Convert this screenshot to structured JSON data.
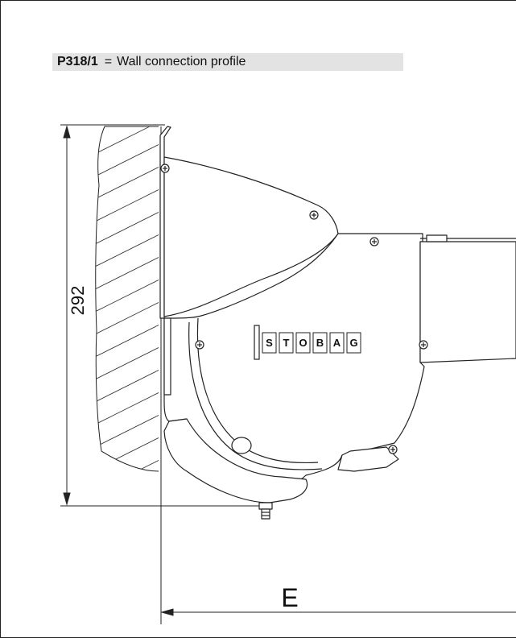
{
  "caption": {
    "code": "P318/1",
    "equals": "=",
    "description": "Wall connection profile"
  },
  "dimensions": {
    "height": "292",
    "projection": "E"
  },
  "logo": {
    "letters": [
      "S",
      "T",
      "O",
      "B",
      "A",
      "G"
    ]
  }
}
